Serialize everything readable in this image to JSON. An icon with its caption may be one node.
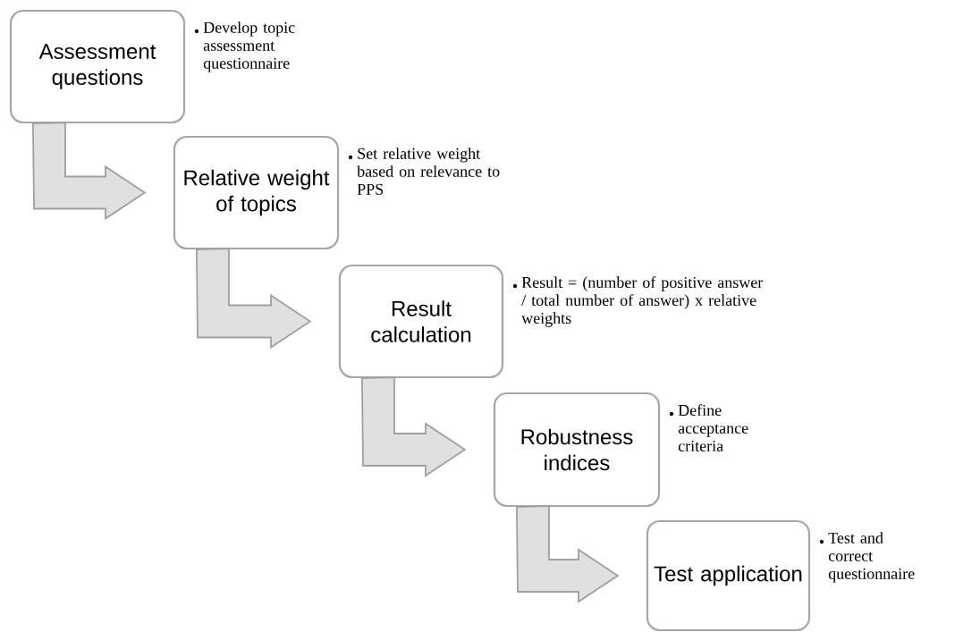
{
  "diagram": {
    "nodes": [
      {
        "text": [
          "Assessment questions"
        ],
        "beside": [
          "Develop topic assessment questionnaire"
        ]
      },
      {
        "text": [
          "Relative weight of topics"
        ],
        "beside": [
          "Set relative weight based on relevance to PPS"
        ]
      },
      {
        "text": [
          "Result calculation"
        ],
        "beside": [
          "Result = (number of positive answer / total number of answer) x relative weights"
        ]
      },
      {
        "text": [
          "Robustness indices"
        ],
        "beside": [
          "Define acceptance criteria"
        ]
      },
      {
        "text": [
          "Test application"
        ],
        "beside": [
          "Test and correct questionnaire"
        ]
      }
    ],
    "edges": [
      {
        "from": 0,
        "to": 1,
        "arrow": "to"
      },
      {
        "from": 1,
        "to": 2,
        "arrow": "to"
      },
      {
        "from": 2,
        "to": 3,
        "arrow": "to"
      },
      {
        "from": 3,
        "to": 4,
        "arrow": "to"
      }
    ]
  }
}
